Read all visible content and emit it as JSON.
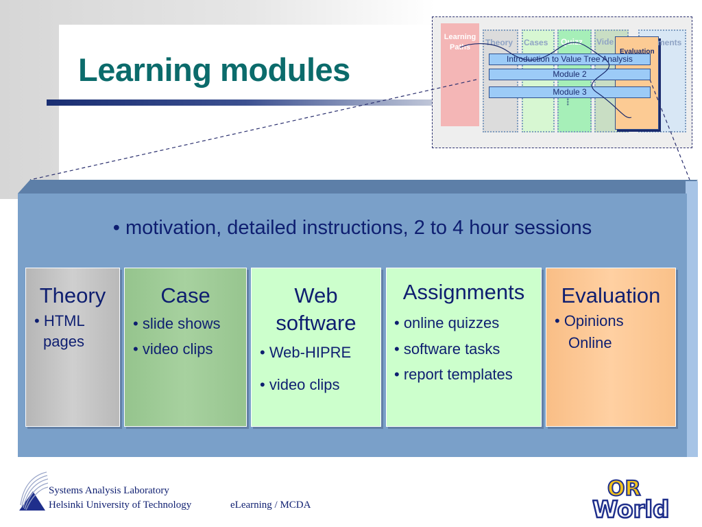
{
  "slide": {
    "title": "Learning modules",
    "subtitle": "• motivation, detailed instructions, 2 to 4 hour sessions"
  },
  "thumbnail": {
    "columns": [
      "Learning Paths",
      "Theory",
      "Cases",
      "Quizz",
      "Video",
      "Assignments",
      "Evaluation"
    ],
    "learning_paths_line1": "Learning",
    "learning_paths_line2": "Paths",
    "video_fragment": "Vide",
    "assignments_fragment": "ments",
    "bars": [
      "Introduction to Value Tree Analysis",
      "Module 2",
      "Module 3"
    ],
    "ellipsis": "°°°"
  },
  "cards": [
    {
      "title": "Theory",
      "items": [
        "• HTML",
        "pages"
      ]
    },
    {
      "title": "Case",
      "items": [
        "• slide shows",
        "• video clips"
      ]
    },
    {
      "title_line1": "Web",
      "title_line2": "software",
      "items": [
        "• Web-HIPRE",
        "• video clips"
      ]
    },
    {
      "title": "Assignments",
      "items": [
        "• online quizzes",
        "• software tasks",
        "• report templates"
      ]
    },
    {
      "title": "Evaluation",
      "items": [
        "• Opinions",
        "Online"
      ]
    }
  ],
  "footer": {
    "org_line1": "Systems Analysis Laboratory",
    "org_line2": "Helsinki University of Technology",
    "course": "eLearning / MCDA",
    "logo_text_top": "OR",
    "logo_text_bottom": "World"
  },
  "colors": {
    "title": "#0b6b6b",
    "panel": "#7aa0c9",
    "text_navy": "#0e1e70",
    "theory": "#c2c2c2",
    "case": "#9dcb95",
    "web": "#ccffcc",
    "assignments": "#ccffcc",
    "evaluation": "#ffc994"
  }
}
